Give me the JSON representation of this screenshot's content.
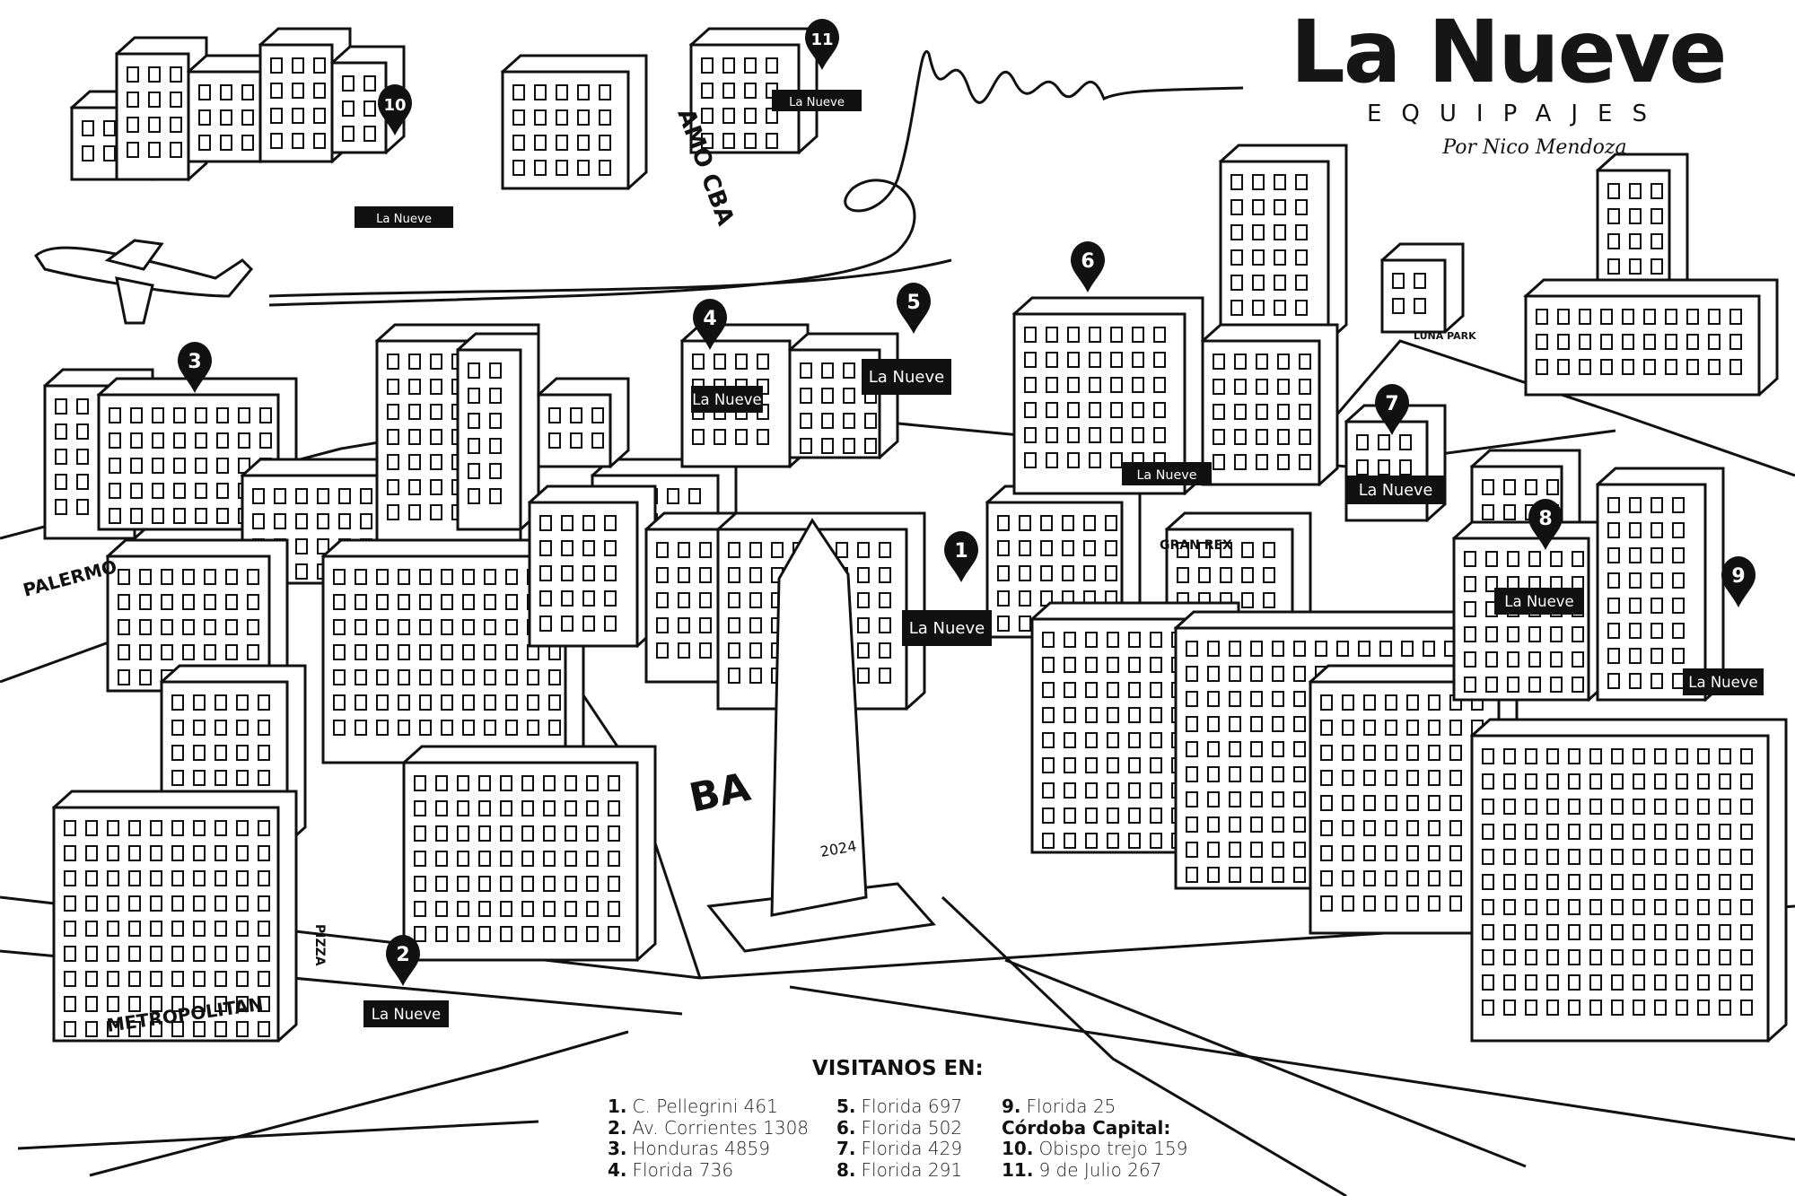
{
  "brand": {
    "title": "La Nueve",
    "subtitle": "EQUIPAJES",
    "byline": "Por Nico Mendoza"
  },
  "map_labels": {
    "palermo": "PALERMO",
    "gran_rex": "GRAN REX",
    "metropolitan": "METROPOLITAN",
    "pizza": "PIZZA",
    "amo_cba": "AMO CBA",
    "ba": "BA",
    "luna_park": "LUNA PARK",
    "obelisk_year": "2024",
    "store_sign": "La Nueve"
  },
  "markers": [
    "1",
    "2",
    "3",
    "4",
    "5",
    "6",
    "7",
    "8",
    "9",
    "10",
    "11"
  ],
  "legend": {
    "title": "VISITANOS EN:",
    "col1": [
      {
        "num": "1.",
        "addr": "C. Pellegrini 461"
      },
      {
        "num": "2.",
        "addr": "Av. Corrientes 1308"
      },
      {
        "num": "3.",
        "addr": "Honduras 4859"
      },
      {
        "num": "4.",
        "addr": "Florida 736"
      }
    ],
    "col2": [
      {
        "num": "5.",
        "addr": "Florida 697"
      },
      {
        "num": "6.",
        "addr": "Florida 502"
      },
      {
        "num": "7.",
        "addr": "Florida 429"
      },
      {
        "num": "8.",
        "addr": "Florida 291"
      }
    ],
    "col3_first": {
      "num": "9.",
      "addr": "Florida 25"
    },
    "region": "Córdoba Capital:",
    "col3": [
      {
        "num": "10.",
        "addr": "Obispo trejo 159"
      },
      {
        "num": "11.",
        "addr": "9 de Julio 267"
      }
    ]
  }
}
